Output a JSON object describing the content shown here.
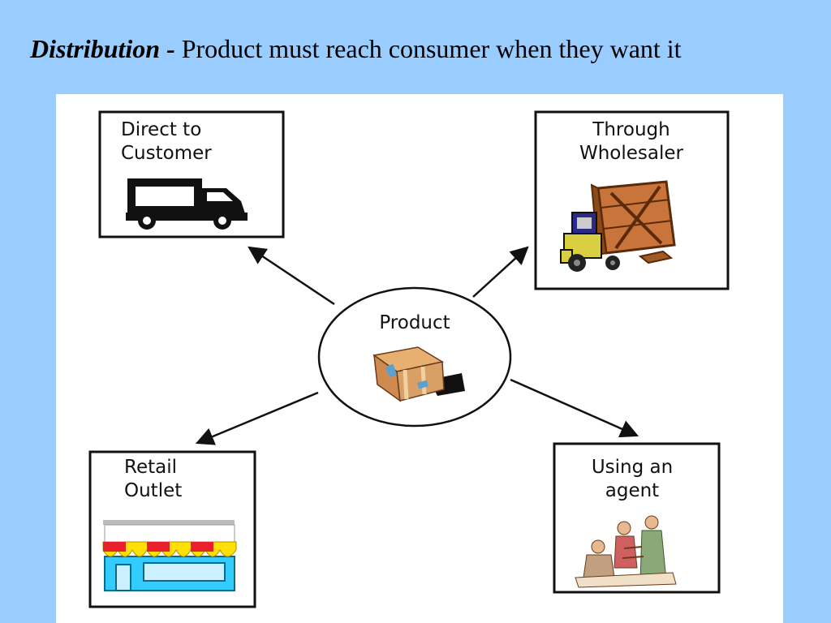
{
  "heading": {
    "term": "Distribution -",
    "text": " Product must reach consumer when they want it"
  },
  "diagram": {
    "center": {
      "label": "Product",
      "icon": "cardboard-box-icon"
    },
    "channels": [
      {
        "id": "direct",
        "line1": "Direct to",
        "line2": "Customer",
        "icon": "delivery-truck-icon"
      },
      {
        "id": "wholesaler",
        "line1": "Through",
        "line2": "Wholesaler",
        "icon": "forklift-crate-icon"
      },
      {
        "id": "retail",
        "line1": "Retail",
        "line2": "Outlet",
        "icon": "storefront-awning-icon"
      },
      {
        "id": "agent",
        "line1": "Using an",
        "line2": "agent",
        "icon": "people-meeting-icon"
      }
    ]
  },
  "colors": {
    "background": "#99ccff",
    "panel": "#ffffff",
    "awning_red": "#e8202a",
    "awning_yellow": "#ffe000",
    "store_cyan": "#33ccff",
    "box_tan": "#d9a066"
  }
}
